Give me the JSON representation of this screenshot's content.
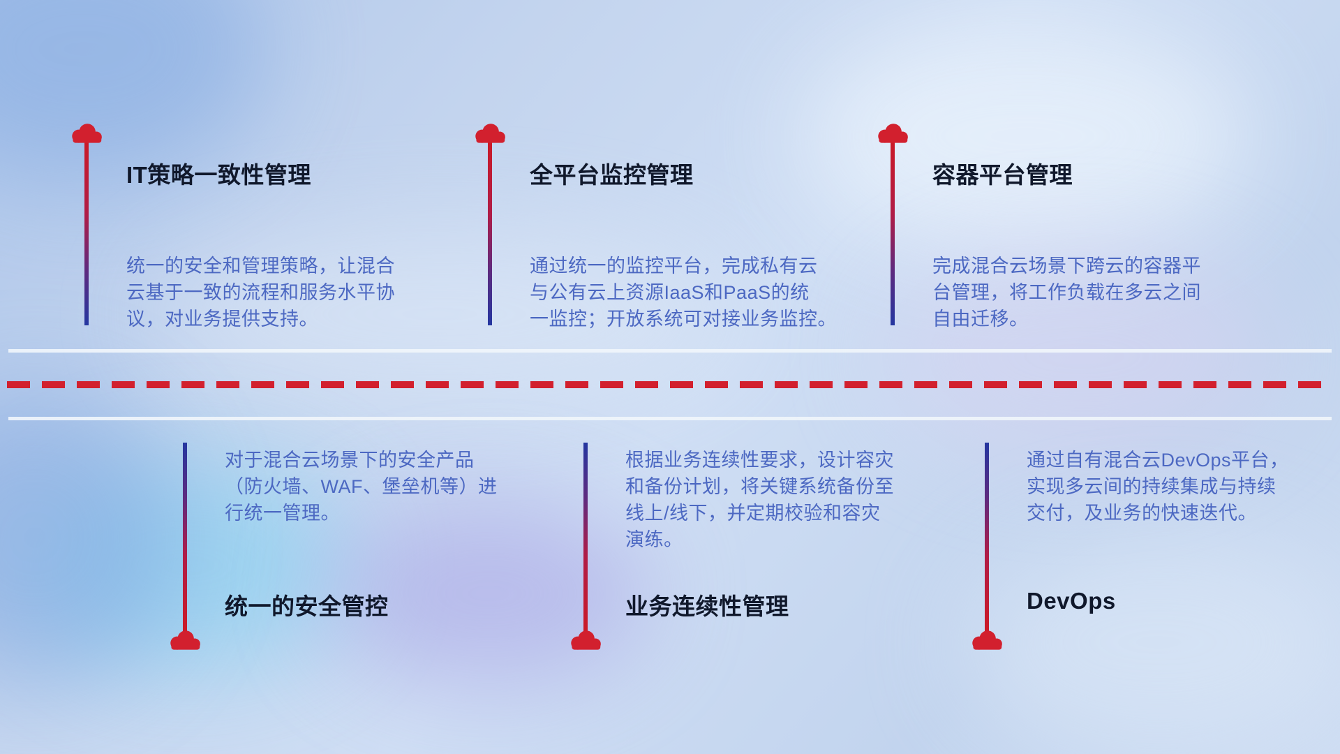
{
  "colors": {
    "accent_red": "#d2202e",
    "accent_blue": "#2436a0",
    "title_text": "#10182b",
    "description_text": "#4c68c2",
    "divider_light": "#f0f5fb"
  },
  "top_items": [
    {
      "title": "IT策略一致性管理",
      "description": "统一的安全和管理策略，让混合\n云基于一致的流程和服务水平协\n议，对业务提供支持。"
    },
    {
      "title": "全平台监控管理",
      "description": "通过统一的监控平台，完成私有云\n与公有云上资源IaaS和PaaS的统\n一监控；开放系统可对接业务监控。"
    },
    {
      "title": "容器平台管理",
      "description": "完成混合云场景下跨云的容器平\n台管理，将工作负载在多云之间\n自由迁移。"
    }
  ],
  "bottom_items": [
    {
      "title": "统一的安全管控",
      "description": "对于混合云场景下的安全产品\n（防火墙、WAF、堡垒机等）进\n行统一管理。"
    },
    {
      "title": "业务连续性管理",
      "description": "根据业务连续性要求，设计容灾\n和备份计划，将关键系统备份至\n线上/线下，并定期校验和容灾\n演练。"
    },
    {
      "title": "DevOps",
      "description": "通过自有混合云DevOps平台，\n实现多云间的持续集成与持续\n交付，及业务的快速迭代。"
    }
  ]
}
